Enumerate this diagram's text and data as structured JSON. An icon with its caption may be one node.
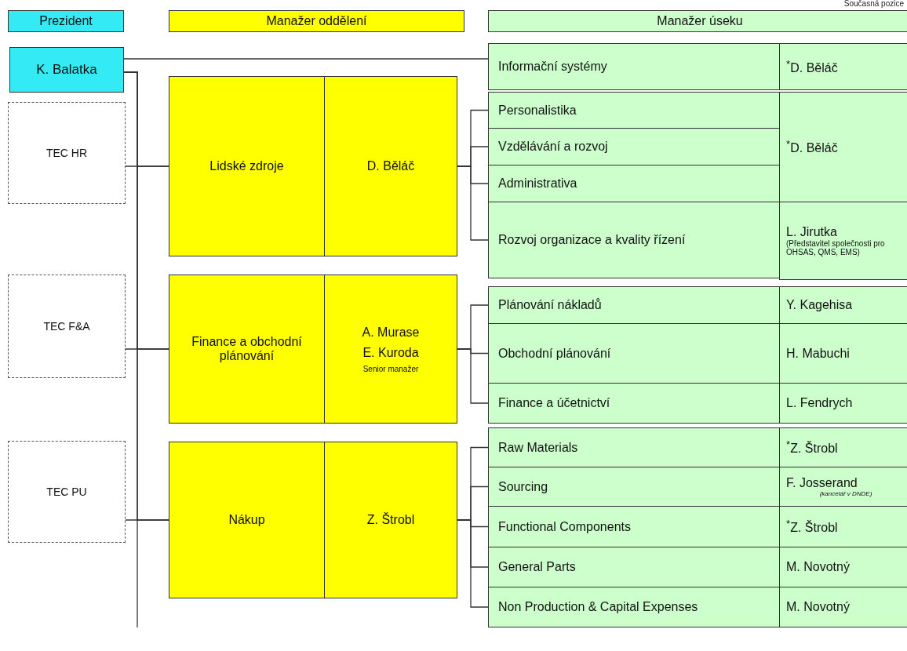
{
  "diagram": {
    "nodes": [
      {
        "text": [
          "Prezident"
        ]
      },
      {
        "text": [
          "Manažer oddělení"
        ]
      },
      {
        "text": [
          "Manažer úseku"
        ]
      },
      {
        "text": [
          "K. Balatka"
        ]
      },
      {
        "text": [
          "TEC HR"
        ]
      },
      {
        "text": [
          "TEC F&A"
        ]
      },
      {
        "text": [
          "TEC PU"
        ]
      },
      {
        "text": [
          "Lidské zdroje"
        ]
      },
      {
        "text": [
          "D. Běláč"
        ]
      },
      {
        "text": [
          "Finance a obchodní plánování"
        ]
      },
      {
        "text": [
          "A. Murase",
          "E. Kuroda",
          "Senior manažer"
        ]
      },
      {
        "text": [
          "Nákup"
        ]
      },
      {
        "text": [
          "Z. Štrobl"
        ]
      },
      {
        "text": [
          "Informační systémy"
        ]
      },
      {
        "text": [
          "$^{*}$D. Běláč"
        ]
      },
      {
        "text": [
          "Personalistika"
        ]
      },
      {
        "text": [
          "Vzdělávání a rozvoj"
        ]
      },
      {
        "text": [
          "Administrativa"
        ]
      },
      {
        "text": [
          "$^{*}$D. Běláč"
        ]
      },
      {
        "text": [
          "Rozvoj organizace a kvality řízení"
        ]
      },
      {
        "text": [
          "L. Jirutka",
          "(Představitel společnosti pro OHSAS, QMS, EMS)"
        ]
      },
      {
        "text": [
          "Plánování nákladů"
        ]
      },
      {
        "text": [
          "Y. Kagehisa"
        ]
      },
      {
        "text": [
          "Obchodní plánování"
        ]
      },
      {
        "text": [
          "H. Mabuchi"
        ]
      },
      {
        "text": [
          "Finance a účetnictví"
        ]
      },
      {
        "text": [
          "L. Fendrych"
        ]
      },
      {
        "text": [
          "Raw Materials"
        ]
      },
      {
        "text": [
          "$^{*}$Z. Štrobl"
        ]
      },
      {
        "text": [
          "Sourcing"
        ]
      },
      {
        "text": [
          "F. Josserand",
          "(kancelář v DNDE)"
        ]
      },
      {
        "text": [
          "Functional Components"
        ]
      },
      {
        "text": [
          "$^{*}$Z. Štrobl"
        ]
      },
      {
        "text": [
          "General Parts"
        ]
      },
      {
        "text": [
          "M. Novotný"
        ]
      },
      {
        "text": [
          "Non Production & Capital Expenses"
        ]
      },
      {
        "text": [
          "M. Novotný"
        ]
      }
    ],
    "edges": [
      {
        "from": 3,
        "to": 13,
        "arrow": "none"
      },
      {
        "from": 3,
        "to": 7,
        "arrow": "none"
      },
      {
        "from": 3,
        "to": 9,
        "arrow": "none"
      },
      {
        "from": 3,
        "to": 11,
        "arrow": "none"
      },
      {
        "from": 3,
        "to": null,
        "arrow": "none"
      },
      {
        "from": 4,
        "to": 7,
        "arrow": "none"
      },
      {
        "from": 5,
        "to": 9,
        "arrow": "none"
      },
      {
        "from": 6,
        "to": 11,
        "arrow": "none"
      },
      {
        "from": 8,
        "to": 15,
        "arrow": "none"
      },
      {
        "from": 8,
        "to": 16,
        "arrow": "none"
      },
      {
        "from": 8,
        "to": 17,
        "arrow": "none"
      },
      {
        "from": 8,
        "to": 19,
        "arrow": "none"
      },
      {
        "from": 10,
        "to": 21,
        "arrow": "none"
      },
      {
        "from": 10,
        "to": 23,
        "arrow": "none"
      },
      {
        "from": 10,
        "to": 25,
        "arrow": "none"
      },
      {
        "from": 12,
        "to": 27,
        "arrow": "none"
      },
      {
        "from": 12,
        "to": 29,
        "arrow": "none"
      },
      {
        "from": 12,
        "to": 31,
        "arrow": "none"
      },
      {
        "from": 12,
        "to": 33,
        "arrow": "none"
      },
      {
        "from": 12,
        "to": 35,
        "arrow": "none"
      }
    ],
    "labels": [
      "Současná pozice"
    ]
  }
}
